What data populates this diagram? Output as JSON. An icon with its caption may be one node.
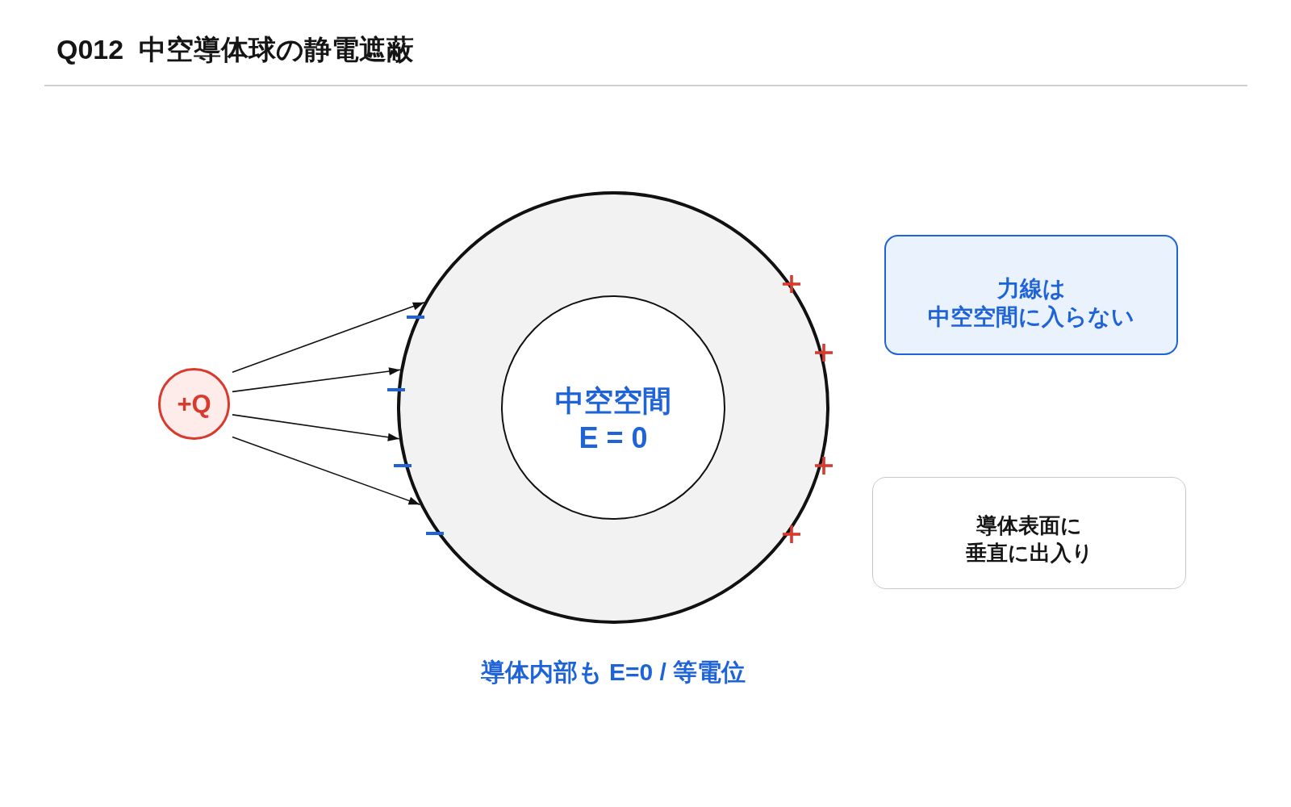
{
  "diagram": {
    "title": "Q012  中空導体球の静電遮蔽",
    "nodes": [
      {
        "text": [
          "+Q"
        ]
      },
      {
        "text": [],
        "shape": "circle"
      },
      {
        "text": [
          "中空空間",
          "E = 0"
        ],
        "in": 1
      },
      {
        "text": [
          "力線は中空空間に入らない"
        ]
      },
      {
        "text": [
          "導体表面に垂直に出入り"
        ]
      }
    ],
    "edges": [
      {
        "from": 0,
        "to": 1,
        "arrow": "to"
      },
      {
        "from": 0,
        "to": 1,
        "arrow": "to"
      },
      {
        "from": 0,
        "to": 1,
        "arrow": "to"
      },
      {
        "from": 0,
        "to": 1,
        "arrow": "to"
      }
    ],
    "labels": [
      "導体内部も E=0 / 等電位"
    ]
  }
}
